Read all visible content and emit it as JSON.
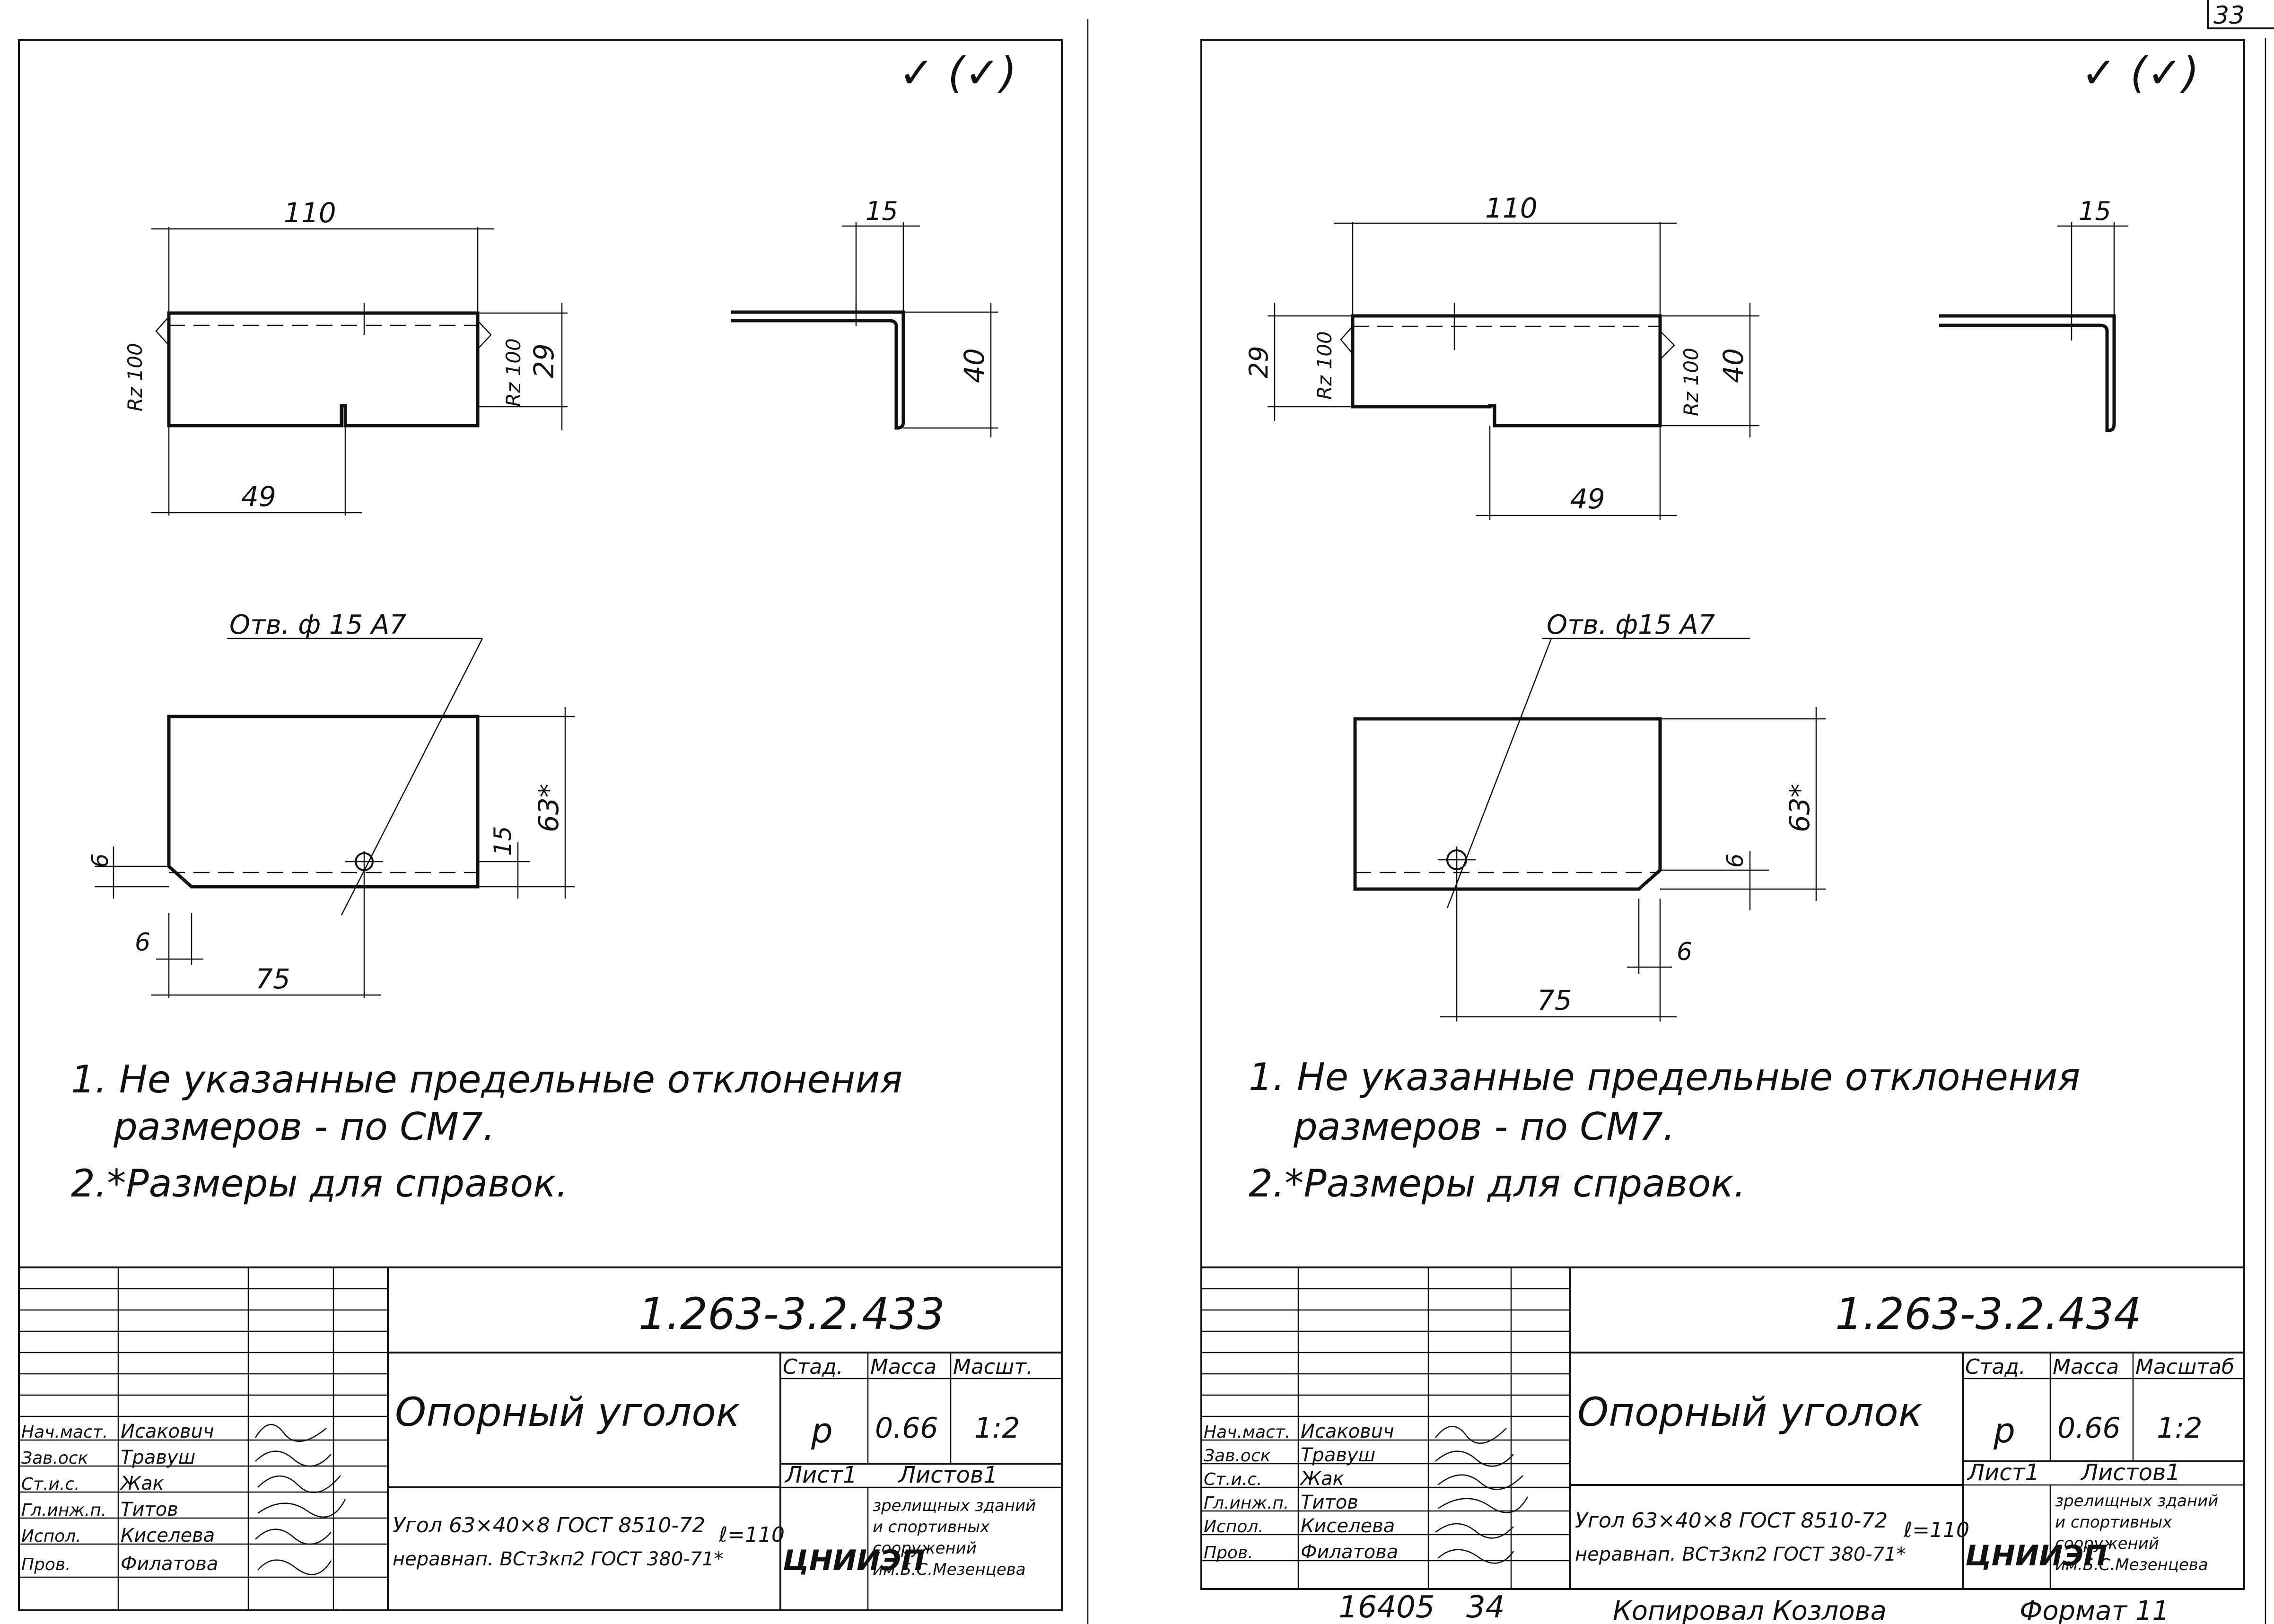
{
  "page_number": "33",
  "footer": {
    "inventory_no": "16405",
    "sheet_no": "34",
    "copied_by": "Копировал  Козлова",
    "format": "Формат 11"
  },
  "sheets": [
    {
      "roughness_symbol": "✓ (✓)",
      "dims": {
        "width_top": "110",
        "cut_length": "49",
        "rz_left": "Rz 100",
        "rz_right": "Rz 100",
        "height_small": "29",
        "side_flange": "15",
        "side_height": "40",
        "hole_note": "Отв. ф 15 A7",
        "height_ref": "63*",
        "offset_15": "15",
        "chamfer_v": "6",
        "chamfer_h": "6",
        "hole_x": "75"
      },
      "notes": [
        "1. Не указанные предельные отклонения",
        "размеров - по СМ7.",
        "2.*Размеры для справок."
      ],
      "title_block": {
        "designation": "1.263-3.2.433",
        "title": "Опорный уголок",
        "col_stage": "Стад.",
        "col_mass": "Масса",
        "col_scale": "Масшт.",
        "stage": "р",
        "mass": "0.66",
        "scale": "1:2",
        "sheet": "Лист1",
        "sheets": "Листов1",
        "material_line1": "Угол  63×40×8 ГОСТ 8510-72",
        "material_line2": "неравнап. ВСт3кп2 ГОСТ 380-71*",
        "length": "ℓ=110",
        "org_logo": "ЦНИИЭП",
        "org_name": [
          "зрелищных зданий",
          "и спортивных",
          "сооружений",
          "им.Б.С.Мезенцева"
        ],
        "staff": [
          {
            "role": "Нач.маст.",
            "name": "Исаковuч"
          },
          {
            "role": "Зав.оск",
            "name": "Травуш"
          },
          {
            "role": "Ст.и.с.",
            "name": "Жак"
          },
          {
            "role": "Гл.инж.п.",
            "name": "Титов"
          },
          {
            "role": "Испол.",
            "name": "Киселева"
          },
          {
            "role": "Пров.",
            "name": "Филатова"
          }
        ]
      }
    },
    {
      "roughness_symbol": "✓ (✓)",
      "dims": {
        "width_top": "110",
        "cut_length": "49",
        "rz_left": "Rz 100",
        "rz_right": "Rz 100",
        "height_small": "29",
        "side_flange": "15",
        "side_height": "40",
        "hole_note": "Отв. ф15 A7",
        "height_ref": "63*",
        "offset_15": "",
        "chamfer_v": "6",
        "chamfer_h": "6",
        "hole_x": "75"
      },
      "notes": [
        "1. Не указанные предельные отклонения",
        "размеров - по СМ7.",
        "2.*Размеры для справок."
      ],
      "title_block": {
        "designation": "1.263-3.2.434",
        "title": "Опорный уголок",
        "col_stage": "Стад.",
        "col_mass": "Масса",
        "col_scale": "Масштаб",
        "stage": "р",
        "mass": "0.66",
        "scale": "1:2",
        "sheet": "Лист1",
        "sheets": "Листов1",
        "material_line1": "Угол  63×40×8 ГОСТ 8510-72",
        "material_line2": "неравнап. ВСт3кп2 ГОСТ 380-71*",
        "length": "ℓ=110",
        "org_logo": "ЦНИИЭП",
        "org_name": [
          "зрелищных зданий",
          "и спортивных",
          "сооружений",
          "им.Б.С.Мезенцева"
        ],
        "staff": [
          {
            "role": "Нач.маст.",
            "name": "Исаковuч"
          },
          {
            "role": "Зав.оск",
            "name": "Травуш"
          },
          {
            "role": "Ст.и.с.",
            "name": "Жак"
          },
          {
            "role": "Гл.инж.п.",
            "name": "Титов"
          },
          {
            "role": "Испол.",
            "name": "Киселева"
          },
          {
            "role": "Пров.",
            "name": "Филатова"
          }
        ]
      }
    }
  ]
}
